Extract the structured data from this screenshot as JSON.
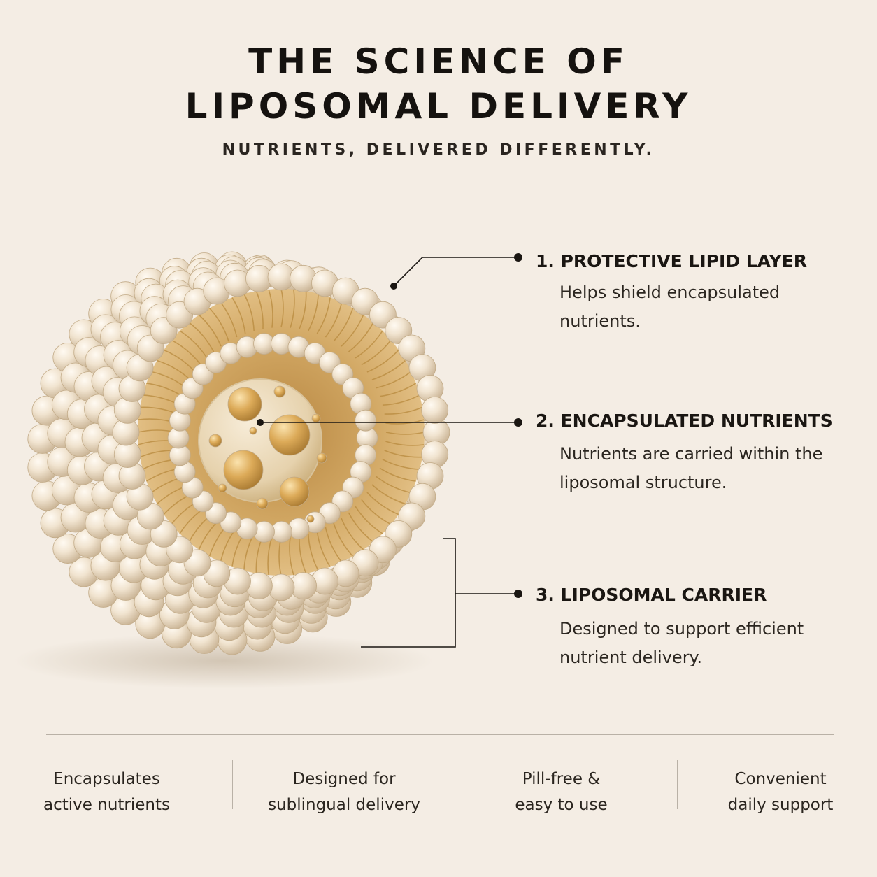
{
  "header": {
    "title_line1": "THE SCIENCE OF",
    "title_line2": "LIPOSOMAL DELIVERY",
    "subtitle": "NUTRIENTS, DELIVERED DIFFERENTLY."
  },
  "callouts": [
    {
      "title": "1. PROTECTIVE LIPID LAYER",
      "description": "Helps shield encapsulated nutrients."
    },
    {
      "title": "2. ENCAPSULATED NUTRIENTS",
      "description": "Nutrients are carried within the liposomal structure."
    },
    {
      "title": "3. LIPOSOMAL CARRIER",
      "description": "Designed to support efficient nutrient delivery."
    }
  ],
  "features": [
    {
      "line1": "Encapsulates",
      "line2": "active nutrients"
    },
    {
      "line1": "Designed for",
      "line2": "sublingual delivery"
    },
    {
      "line1": "Pill-free &",
      "line2": "easy to use"
    },
    {
      "line1": "Convenient",
      "line2": "daily support"
    }
  ],
  "colors": {
    "background": "#f4ede4",
    "pearl": "#efe3d2",
    "gold": "#c99a4e",
    "text": "#1f1b16",
    "divider": "#b9b1a6"
  }
}
